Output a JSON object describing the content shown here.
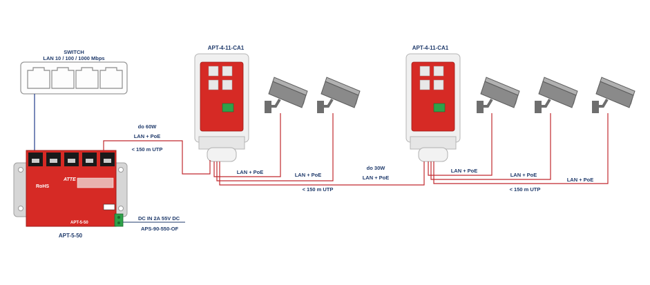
{
  "switch": {
    "title": "SWITCH",
    "subtitle": "LAN 10 / 100 / 1000 Mbps"
  },
  "injector": {
    "name": "APT-5-50",
    "board_text": "APT-5-50",
    "rohs": "RoHS",
    "brand": "ATTE"
  },
  "power_supply": {
    "input_label": "DC IN  2A 55V DC",
    "model": "APS-90-550-OF"
  },
  "extender_left": {
    "name": "APT-4-11-CA1"
  },
  "extender_right": {
    "name": "APT-4-11-CA1"
  },
  "link_injector_to_left": {
    "power": "do 60W",
    "signal": "LAN + PoE",
    "distance": "< 150 m UTP"
  },
  "link_left_to_right": {
    "power": "do 30W",
    "signal": "LAN + PoE",
    "distance": "< 150 m UTP"
  },
  "left_camera_links": [
    "LAN + PoE",
    "LAN + PoE"
  ],
  "right_camera_links": [
    "LAN + PoE",
    "LAN + PoE",
    "LAN + PoE",
    "< 150 m UTP"
  ],
  "colors": {
    "label_text": "#1f3a6b",
    "poe_cable": "#c0282d",
    "lan_cable": "#1f3a8a",
    "camera": "#7a7a7a",
    "pcb": "#d62a25"
  },
  "icons": {
    "camera": "cctv-camera-icon",
    "switch_port": "rj45-port-icon"
  }
}
